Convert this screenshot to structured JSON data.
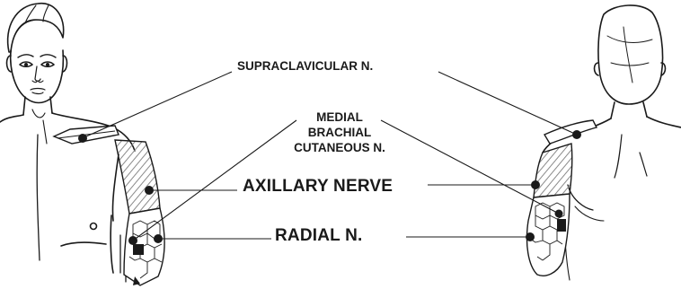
{
  "labels": {
    "supraclavicular": "SUPRACLAVICULAR N.",
    "medial_line1": "MEDIAL",
    "medial_line2": "BRACHIAL",
    "medial_line3": "CUTANEOUS N.",
    "axillary": "AXILLARY NERVE",
    "radial": "RADIAL N."
  },
  "colors": {
    "ink": "#1a1a1a",
    "hatch": "#8a8a8a",
    "background": "#ffffff"
  }
}
